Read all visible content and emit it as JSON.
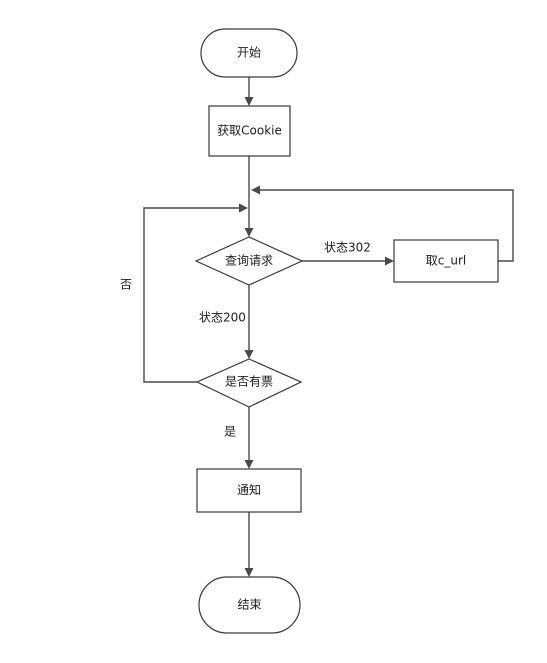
{
  "diagram": {
    "type": "flowchart",
    "nodes": {
      "start": {
        "label": "开始",
        "shape": "terminator"
      },
      "get_cookie": {
        "label": "获取Cookie",
        "shape": "process"
      },
      "query_request": {
        "label": "查询请求",
        "shape": "decision"
      },
      "get_c_url": {
        "label": "取c_url",
        "shape": "process"
      },
      "has_ticket": {
        "label": "是否有票",
        "shape": "decision"
      },
      "notify": {
        "label": "通知",
        "shape": "process"
      },
      "end": {
        "label": "结束",
        "shape": "terminator"
      }
    },
    "edges": {
      "status_302": {
        "from": "query_request",
        "to": "get_c_url",
        "label": "状态302"
      },
      "status_200": {
        "from": "query_request",
        "to": "has_ticket",
        "label": "状态200"
      },
      "no": {
        "from": "has_ticket",
        "to": "query_request",
        "label": "否"
      },
      "yes": {
        "from": "has_ticket",
        "to": "notify",
        "label": "是"
      },
      "loop_back": {
        "from": "get_c_url",
        "to": "query_request",
        "label": ""
      }
    }
  },
  "colors": {
    "stroke": "#3a3a3a",
    "connector": "#4a4a4a",
    "fill": "#ffffff",
    "text": "#222222"
  }
}
